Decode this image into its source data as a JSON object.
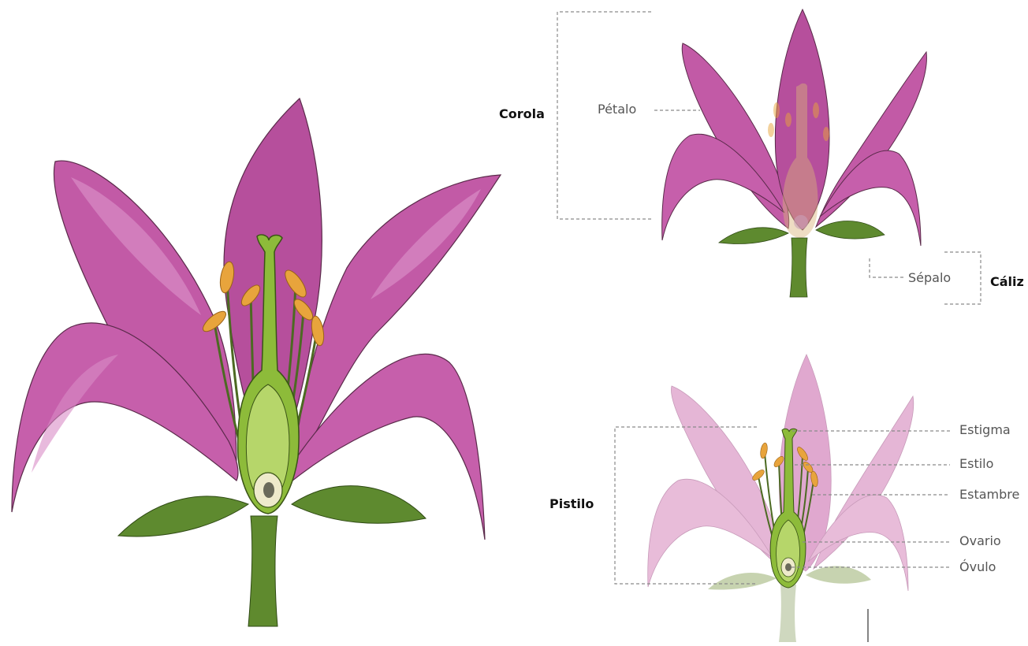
{
  "labels": {
    "corola": "Corola",
    "petalo": "Pétalo",
    "sepalo": "Sépalo",
    "caliz": "Cáliz",
    "pistilo": "Pistilo",
    "estigma": "Estigma",
    "estilo": "Estilo",
    "estambre": "Estambre",
    "ovario": "Ovario",
    "ovulo": "Óvulo"
  },
  "colors": {
    "petal": "#c75aa8",
    "petal_dark": "#a8448c",
    "petal_light": "#d87ec0",
    "leaf": "#5e8a2f",
    "stem": "#5f8a2e",
    "pistil": "#8dbb3a",
    "anther": "#e8a43c",
    "faded_petal": "#e5b6d6",
    "faded_leaf": "#c7d3b0",
    "leader": "#8a8a8a"
  }
}
